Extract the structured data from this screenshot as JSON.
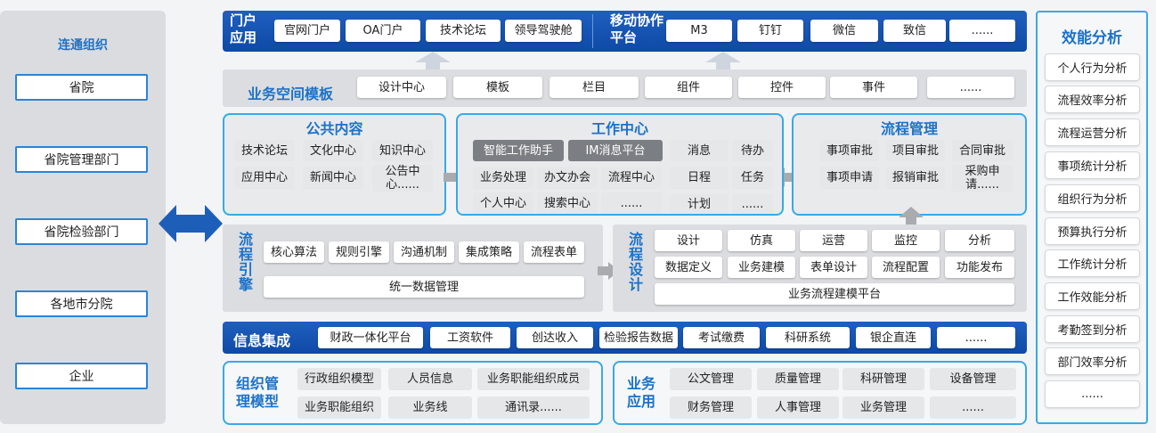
{
  "left": {
    "title": "连通组织",
    "items": [
      "省院",
      "省院管理部门",
      "省院检验部门",
      "各地市分院",
      "企业"
    ]
  },
  "right": {
    "title": "效能分析",
    "items": [
      "个人行为分析",
      "流程效率分析",
      "流程运营分析",
      "事项统计分析",
      "组织行为分析",
      "预算执行分析",
      "工作统计分析",
      "工作效能分析",
      "考勤签到分析",
      "部门效率分析",
      "......"
    ]
  },
  "portal": {
    "title": "门户应用",
    "items": [
      "官网门户",
      "OA门户",
      "技术论坛",
      "领导驾驶舱"
    ]
  },
  "mobile": {
    "title": "移动协作平台",
    "items": [
      "M3",
      "钉钉",
      "微信",
      "致信",
      "......"
    ]
  },
  "space": {
    "title": "业务空间模板",
    "items": [
      "设计中心",
      "模板",
      "栏目",
      "组件",
      "控件",
      "事件",
      "......"
    ]
  },
  "public": {
    "title": "公共内容",
    "items": [
      "技术论坛",
      "文化中心",
      "知识中心",
      "应用中心",
      "新闻中心",
      "公告中心......"
    ]
  },
  "work": {
    "title": "工作中心",
    "highlight": [
      "智能工作助手",
      "IM消息平台"
    ],
    "items": [
      "业务处理",
      "办文办会",
      "流程中心",
      "个人中心",
      "搜索中心",
      "......"
    ],
    "right": [
      "消息",
      "待办",
      "日程",
      "任务",
      "计划",
      "......"
    ]
  },
  "process_mgmt": {
    "title": "流程管理",
    "items": [
      "事项审批",
      "项目审批",
      "合同审批",
      "事项申请",
      "报销审批",
      "采购申请......"
    ]
  },
  "engine": {
    "title": "流程引擎",
    "items": [
      "核心算法",
      "规则引擎",
      "沟通机制",
      "集成策略",
      "流程表单"
    ],
    "wide": "统一数据管理"
  },
  "design": {
    "title": "流程设计",
    "row1": [
      "设计",
      "仿真",
      "运营",
      "监控",
      "分析"
    ],
    "row2": [
      "数据定义",
      "业务建模",
      "表单设计",
      "流程配置",
      "功能发布"
    ],
    "wide": "业务流程建模平台"
  },
  "integration": {
    "title": "信息集成",
    "items": [
      "财政一体化平台",
      "工资软件",
      "创达收入",
      "检验报告数据",
      "考试缴费",
      "科研系统",
      "银企直连",
      "......"
    ]
  },
  "org": {
    "title": "组织管理模型",
    "items": [
      "行政组织模型",
      "人员信息",
      "业务职能组织成员",
      "业务职能组织",
      "业务线",
      "通讯录......"
    ]
  },
  "bizapp": {
    "title": "业务应用",
    "items": [
      "公文管理",
      "质量管理",
      "科研管理",
      "设备管理",
      "财务管理",
      "人事管理",
      "业务管理",
      "......"
    ]
  },
  "colors": {
    "blue": "#0e4aa6",
    "accent": "#39a9e6",
    "title_blue": "#1c72c9"
  },
  "icons": {
    "double_arrow": "double-arrow-icon",
    "right_arrow": "right-arrow-icon",
    "left_arrow": "left-arrow-icon",
    "up_arrow": "up-arrow-icon"
  }
}
